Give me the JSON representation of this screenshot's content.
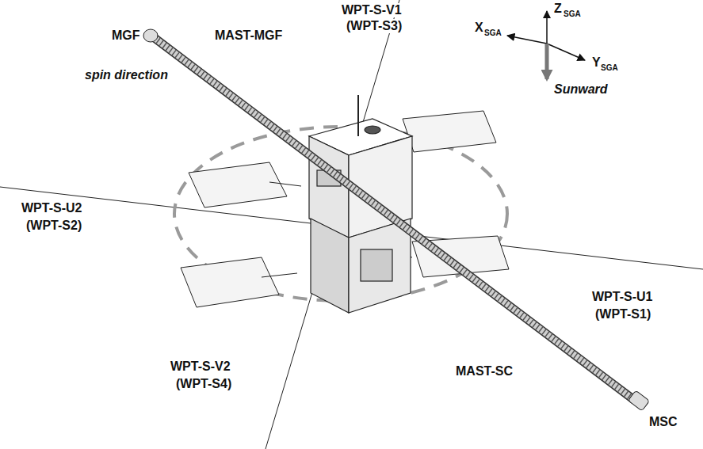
{
  "diagram": {
    "labels": [
      "WPT-S-V1",
      "(WPT-S3)",
      "MGF",
      "MAST-MGF",
      "spin direction",
      "Z",
      "SGA",
      "X",
      "SGA",
      "Y",
      "SGA",
      "Sunward",
      "WPT-S-U2",
      "(WPT-S2)",
      "WPT-S-U1",
      "(WPT-S1)",
      "WPT-S-V2",
      "(WPT-S4)",
      "MAST-SC",
      "MSC"
    ]
  }
}
